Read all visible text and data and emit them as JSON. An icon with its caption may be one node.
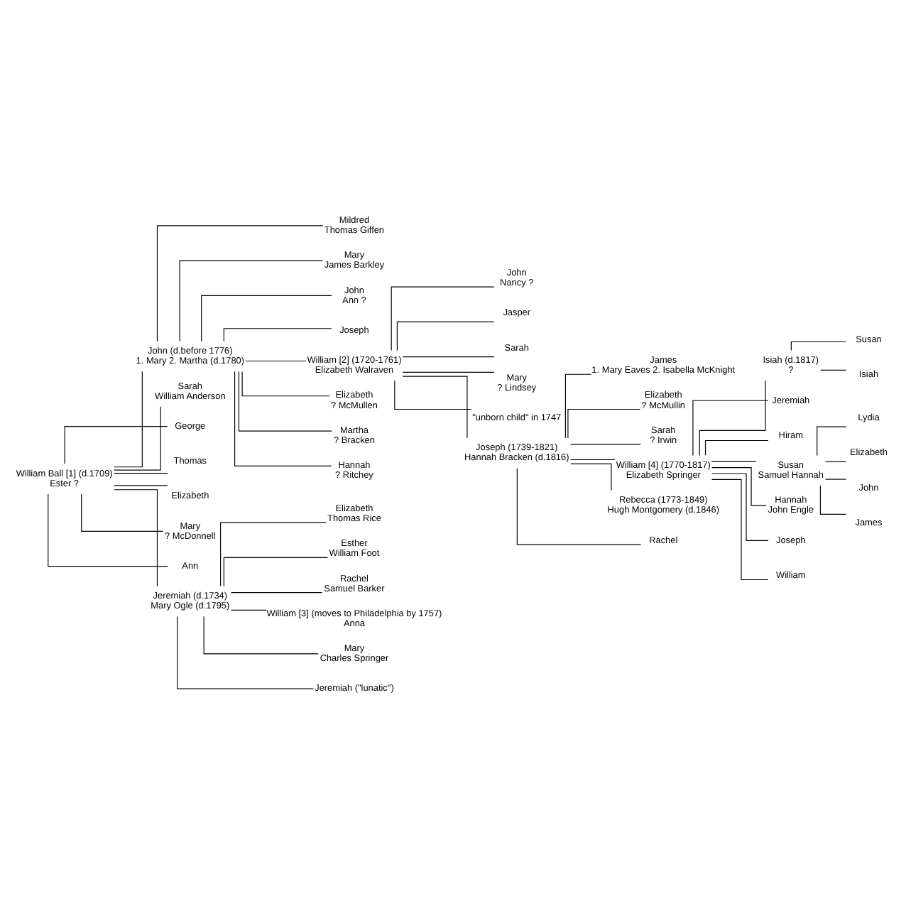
{
  "diagram": {
    "nodes": [
      {
        "text": [
          "William Ball [1] (d.1709)",
          "Ester ?"
        ]
      },
      {
        "text": [
          "John (d.before 1776)",
          "1. Mary 2. Martha (d.1780)"
        ]
      },
      {
        "text": [
          "Sarah",
          "William Anderson"
        ]
      },
      {
        "text": [
          "George"
        ]
      },
      {
        "text": [
          "Thomas"
        ]
      },
      {
        "text": [
          "Elizabeth"
        ]
      },
      {
        "text": [
          "Mary",
          "? McDonnell"
        ]
      },
      {
        "text": [
          "Ann"
        ]
      },
      {
        "text": [
          "Jeremiah (d.1734)",
          "Mary Ogle (d.1795)"
        ]
      },
      {
        "text": [
          "Mildred",
          "Thomas Giffen"
        ]
      },
      {
        "text": [
          "Mary",
          "James Barkley"
        ]
      },
      {
        "text": [
          "John",
          "Ann ?"
        ]
      },
      {
        "text": [
          "Joseph"
        ]
      },
      {
        "text": [
          "William [2] (1720-1761)",
          "Elizabeth Walraven"
        ]
      },
      {
        "text": [
          "Elizabeth",
          "? McMullen"
        ]
      },
      {
        "text": [
          "Martha",
          "? Bracken"
        ]
      },
      {
        "text": [
          "Hannah",
          "? Ritchey"
        ]
      },
      {
        "text": [
          "John",
          "Nancy ?"
        ]
      },
      {
        "text": [
          "Jasper"
        ]
      },
      {
        "text": [
          "Sarah"
        ]
      },
      {
        "text": [
          "Mary",
          "? Lindsey"
        ]
      },
      {
        "text": [
          "\"unborn child\" in 1747"
        ]
      },
      {
        "text": [
          "Joseph (1739-1821)",
          "Hannah Bracken (d.1816)"
        ]
      },
      {
        "text": [
          "James",
          "1. Mary Eaves 2. Isabella McKnight"
        ]
      },
      {
        "text": [
          "Elizabeth",
          "? McMullin"
        ]
      },
      {
        "text": [
          "Sarah",
          "? Irwin"
        ]
      },
      {
        "text": [
          "William [4] (1770-1817)",
          "Elizabeth Springer"
        ]
      },
      {
        "text": [
          "Rebecca (1773-1849)",
          "Hugh Montgomery (d.1846)"
        ]
      },
      {
        "text": [
          "Rachel"
        ]
      },
      {
        "text": [
          "Isiah (d.1817)",
          "?"
        ]
      },
      {
        "text": [
          "Jeremiah"
        ]
      },
      {
        "text": [
          "Hiram"
        ]
      },
      {
        "text": [
          "Susan",
          "Samuel Hannah"
        ]
      },
      {
        "text": [
          "Hannah",
          "John Engle"
        ]
      },
      {
        "text": [
          "Joseph"
        ]
      },
      {
        "text": [
          "William"
        ]
      },
      {
        "text": [
          "Susan"
        ]
      },
      {
        "text": [
          "Isiah"
        ]
      },
      {
        "text": [
          "Lydia"
        ]
      },
      {
        "text": [
          "Elizabeth"
        ]
      },
      {
        "text": [
          "John"
        ]
      },
      {
        "text": [
          "James"
        ]
      },
      {
        "text": [
          "Elizabeth",
          "Thomas Rice"
        ]
      },
      {
        "text": [
          "Esther",
          "William Foot"
        ]
      },
      {
        "text": [
          "Rachel",
          "Samuel Barker"
        ]
      },
      {
        "text": [
          "William [3] (moves to Philadelphia by 1757)",
          "Anna"
        ]
      },
      {
        "text": [
          "Mary",
          "Charles Springer"
        ]
      },
      {
        "text": [
          "Jeremiah (\"lunatic\")"
        ]
      }
    ],
    "edges": [
      {
        "from": 0,
        "to": 1,
        "arrow": "none"
      },
      {
        "from": 0,
        "to": 2,
        "arrow": "none"
      },
      {
        "from": 0,
        "to": 3,
        "arrow": "none"
      },
      {
        "from": 0,
        "to": 4,
        "arrow": "none"
      },
      {
        "from": 0,
        "to": 5,
        "arrow": "none"
      },
      {
        "from": 0,
        "to": 6,
        "arrow": "none"
      },
      {
        "from": 0,
        "to": 7,
        "arrow": "none"
      },
      {
        "from": 0,
        "to": 8,
        "arrow": "none"
      },
      {
        "from": 1,
        "to": 9,
        "arrow": "none"
      },
      {
        "from": 1,
        "to": 10,
        "arrow": "none"
      },
      {
        "from": 1,
        "to": 11,
        "arrow": "none"
      },
      {
        "from": 1,
        "to": 12,
        "arrow": "none"
      },
      {
        "from": 1,
        "to": 13,
        "arrow": "none"
      },
      {
        "from": 1,
        "to": 14,
        "arrow": "none"
      },
      {
        "from": 1,
        "to": 15,
        "arrow": "none"
      },
      {
        "from": 1,
        "to": 16,
        "arrow": "none"
      },
      {
        "from": 13,
        "to": 17,
        "arrow": "none"
      },
      {
        "from": 13,
        "to": 18,
        "arrow": "none"
      },
      {
        "from": 13,
        "to": 19,
        "arrow": "none"
      },
      {
        "from": 13,
        "to": 20,
        "arrow": "none"
      },
      {
        "from": 13,
        "to": 21,
        "arrow": "none"
      },
      {
        "from": 13,
        "to": 22,
        "arrow": "none"
      },
      {
        "from": 22,
        "to": 23,
        "arrow": "none"
      },
      {
        "from": 22,
        "to": 24,
        "arrow": "none"
      },
      {
        "from": 22,
        "to": 25,
        "arrow": "none"
      },
      {
        "from": 22,
        "to": 26,
        "arrow": "none"
      },
      {
        "from": 22,
        "to": 27,
        "arrow": "none"
      },
      {
        "from": 22,
        "to": 28,
        "arrow": "none"
      },
      {
        "from": 26,
        "to": 29,
        "arrow": "none"
      },
      {
        "from": 26,
        "to": 30,
        "arrow": "none"
      },
      {
        "from": 26,
        "to": 31,
        "arrow": "none"
      },
      {
        "from": 26,
        "to": 32,
        "arrow": "none"
      },
      {
        "from": 26,
        "to": 33,
        "arrow": "none"
      },
      {
        "from": 26,
        "to": 34,
        "arrow": "none"
      },
      {
        "from": 26,
        "to": 35,
        "arrow": "none"
      },
      {
        "from": 29,
        "to": 36,
        "arrow": "none"
      },
      {
        "from": 29,
        "to": 37,
        "arrow": "none"
      },
      {
        "from": 32,
        "to": 38,
        "arrow": "none"
      },
      {
        "from": 32,
        "to": 39,
        "arrow": "none"
      },
      {
        "from": 32,
        "to": 40,
        "arrow": "none"
      },
      {
        "from": 32,
        "to": 41,
        "arrow": "none"
      },
      {
        "from": 8,
        "to": 42,
        "arrow": "none"
      },
      {
        "from": 8,
        "to": 43,
        "arrow": "none"
      },
      {
        "from": 8,
        "to": 44,
        "arrow": "none"
      },
      {
        "from": 8,
        "to": 45,
        "arrow": "none"
      },
      {
        "from": 8,
        "to": 46,
        "arrow": "none"
      },
      {
        "from": 8,
        "to": 47,
        "arrow": "none"
      }
    ]
  }
}
